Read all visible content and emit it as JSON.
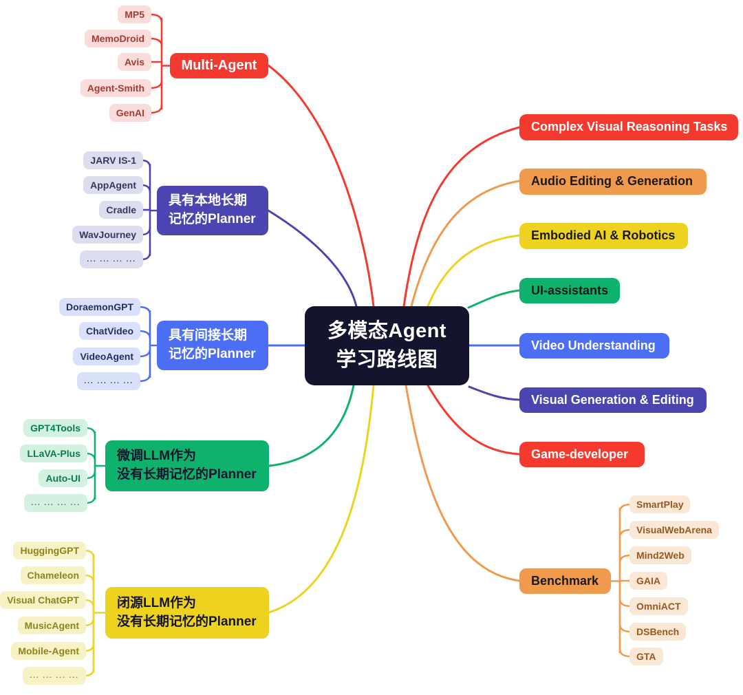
{
  "mindmap": {
    "center": {
      "id": "center-topic",
      "label_lines": [
        "多模态Agent",
        "学习路线图"
      ],
      "bg": "#15142E",
      "text_color": "#FFFFFF"
    },
    "left_branches": [
      {
        "id": "multi-agent",
        "label_lines": [
          "Multi-Agent"
        ],
        "bg": "#F4392E",
        "text_color": "#FFFFFF",
        "child_bg": "#FBDCDA",
        "child_text_color": "#A23D35",
        "children": [
          "MP5",
          "MemoDroid",
          "Avis",
          "Agent-Smith",
          "GenAI"
        ]
      },
      {
        "id": "local-ltm-planner",
        "label_lines": [
          "具有本地长期",
          "记忆的Planner"
        ],
        "bg": "#4B45B2",
        "text_color": "#FFFFFF",
        "child_bg": "#DDDDF0",
        "child_text_color": "#36365F",
        "children": [
          "JARV IS-1",
          "AppAgent",
          "Cradle",
          "WavJourney",
          "... ... ... ..."
        ]
      },
      {
        "id": "indirect-ltm-planner",
        "label_lines": [
          "具有间接长期",
          "记忆的Planner"
        ],
        "bg": "#4C6EF5",
        "text_color": "#FFFFFF",
        "child_bg": "#D8E0FB",
        "child_text_color": "#25305F",
        "children": [
          "DoraemonGPT",
          "ChatVideo",
          "VideoAgent",
          "... ... ... ..."
        ]
      },
      {
        "id": "finetuned-llm-planner",
        "label_lines": [
          "微调LLM作为",
          "没有长期记忆的Planner"
        ],
        "bg": "#0EB26C",
        "text_color": "#15142E",
        "child_bg": "#D2F1E1",
        "child_text_color": "#0E7A50",
        "children": [
          "GPT4Tools",
          "LLaVA-Plus",
          "Auto-UI",
          "... ... ... ..."
        ]
      },
      {
        "id": "closed-llm-planner",
        "label_lines": [
          "闭源LLM作为",
          "没有长期记忆的Planner"
        ],
        "bg": "#EDD320",
        "text_color": "#15142E",
        "child_bg": "#F7F1C6",
        "child_text_color": "#8C841F",
        "children": [
          "HuggingGPT",
          "Chameleon",
          "Visual ChatGPT",
          "MusicAgent",
          "Mobile-Agent",
          "... ... ... ..."
        ]
      }
    ],
    "right_branches": [
      {
        "id": "complex-visual-reasoning-tasks",
        "label_lines": [
          "Complex Visual Reasoning Tasks"
        ],
        "bg": "#F4392E",
        "text_color": "#FFFFFF",
        "children": []
      },
      {
        "id": "audio-editing-generation",
        "label_lines": [
          "Audio Editing & Generation"
        ],
        "bg": "#F09A4D",
        "text_color": "#1A1A1E",
        "children": []
      },
      {
        "id": "embodied-ai-robotics",
        "label_lines": [
          "Embodied AI & Robotics"
        ],
        "bg": "#EDD320",
        "text_color": "#1A1A1E",
        "children": []
      },
      {
        "id": "ui-assistants",
        "label_lines": [
          "UI-assistants"
        ],
        "bg": "#0EB26C",
        "text_color": "#1A1A1E",
        "children": []
      },
      {
        "id": "video-understanding",
        "label_lines": [
          "Video Understanding"
        ],
        "bg": "#4C6EF5",
        "text_color": "#FFFFFF",
        "children": []
      },
      {
        "id": "visual-generation-editing",
        "label_lines": [
          "Visual Generation & Editing"
        ],
        "bg": "#4B45B2",
        "text_color": "#FFFFFF",
        "children": []
      },
      {
        "id": "game-developer",
        "label_lines": [
          "Game-developer"
        ],
        "bg": "#F4392E",
        "text_color": "#FFFFFF",
        "children": []
      },
      {
        "id": "benchmark",
        "label_lines": [
          "Benchmark"
        ],
        "bg": "#F09A4D",
        "text_color": "#1A1A1E",
        "child_bg": "#FBE7D5",
        "child_text_color": "#96591F",
        "children": [
          "SmartPlay",
          "VisualWebArena",
          "Mind2Web",
          "GAIA",
          "OmniACT",
          "DSBench",
          "GTA"
        ]
      }
    ]
  }
}
